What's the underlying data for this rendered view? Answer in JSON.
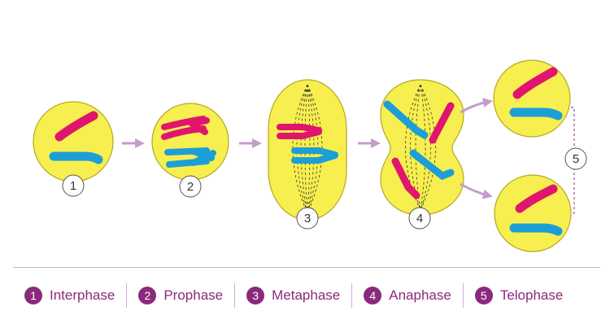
{
  "colors": {
    "cell_fill": "#f7ef4f",
    "cell_stroke": "#b5a820",
    "chromosome_pink": "#e0166e",
    "chromosome_blue": "#1c9fd6",
    "arrow": "#c59ccb",
    "legend_accent": "#8a2a7c"
  },
  "stage_numbers": [
    "1",
    "2",
    "3",
    "4",
    "5"
  ],
  "legend": [
    {
      "number": "1",
      "label": "Interphase"
    },
    {
      "number": "2",
      "label": "Prophase"
    },
    {
      "number": "3",
      "label": "Metaphase"
    },
    {
      "number": "4",
      "label": "Anaphase"
    },
    {
      "number": "5",
      "label": "Telophase"
    }
  ]
}
